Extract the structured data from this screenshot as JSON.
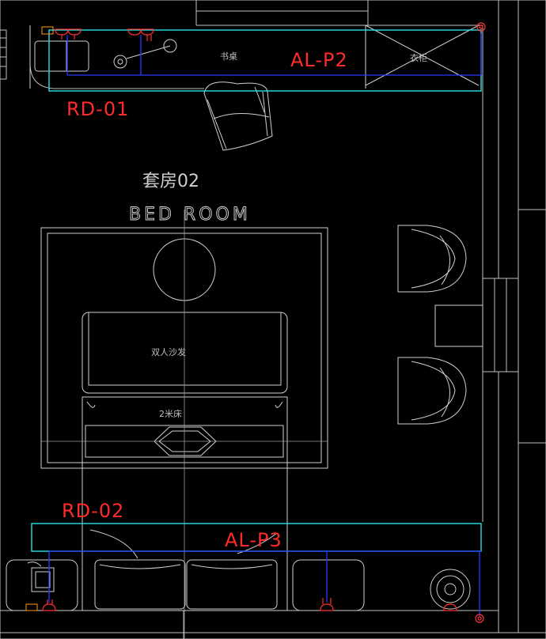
{
  "labels": {
    "rd01": "RD-01",
    "rd02": "RD-02",
    "alp2": "AL-P2",
    "alp3": "AL-P3",
    "room_cn": "套房02",
    "room_en": "BED ROOM",
    "desk": "书桌",
    "wardrobe": "衣柜",
    "sofa": "双人沙发",
    "bed": "2米床"
  },
  "colors": {
    "background": "#000000",
    "cable_tray": "#27e0e6",
    "wiring": "#2a36ff",
    "fixture": "#ff3030",
    "label_red": "#ff2a2a",
    "outline": "#cfcfcf"
  }
}
